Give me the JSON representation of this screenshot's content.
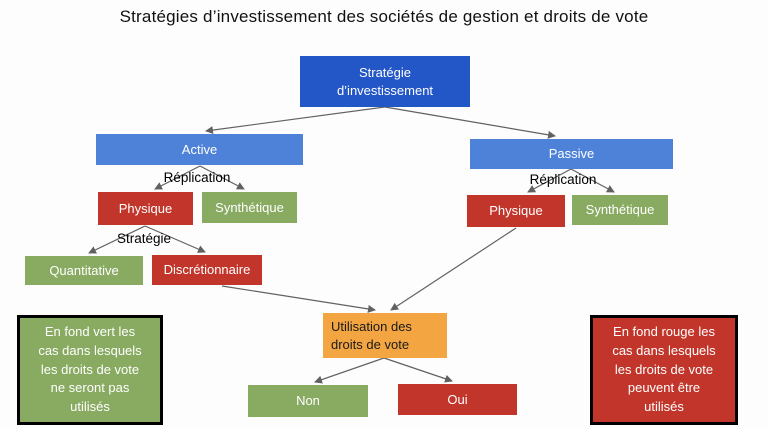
{
  "title": "Stratégies d’investissement des sociétés de gestion et droits de vote",
  "colors": {
    "root_blue": "#2356c7",
    "branch_blue": "#4e82d9",
    "red": "#c2352a",
    "green": "#88aa61",
    "orange": "#f2a541",
    "arrow_gray": "#616161",
    "legend_border": "#000000"
  },
  "nodes": {
    "root": {
      "label": "Stratégie\nd’investissement"
    },
    "active": {
      "label": "Active"
    },
    "passive": {
      "label": "Passive"
    },
    "physique_left": {
      "label": "Physique"
    },
    "synthetique_left": {
      "label": "Synthétique"
    },
    "quantitative": {
      "label": "Quantitative"
    },
    "discretionnaire": {
      "label": "Discrétionnaire"
    },
    "physique_right": {
      "label": "Physique"
    },
    "synthetique_right": {
      "label": "Synthétique"
    },
    "usage": {
      "label": "Utilisation des\ndroits de vote"
    },
    "non": {
      "label": "Non"
    },
    "oui": {
      "label": "Oui"
    }
  },
  "edge_labels": {
    "replication_left": "Réplication",
    "strategie": "Stratégie",
    "replication_right": "Réplication"
  },
  "legend": {
    "green_note": "En fond vert les\ncas dans lesquels\nles droits de vote\nne seront pas\nutilisés",
    "red_note": "En fond rouge les\ncas dans lesquels\nles droits de vote\npeuvent être\nutilisés"
  }
}
